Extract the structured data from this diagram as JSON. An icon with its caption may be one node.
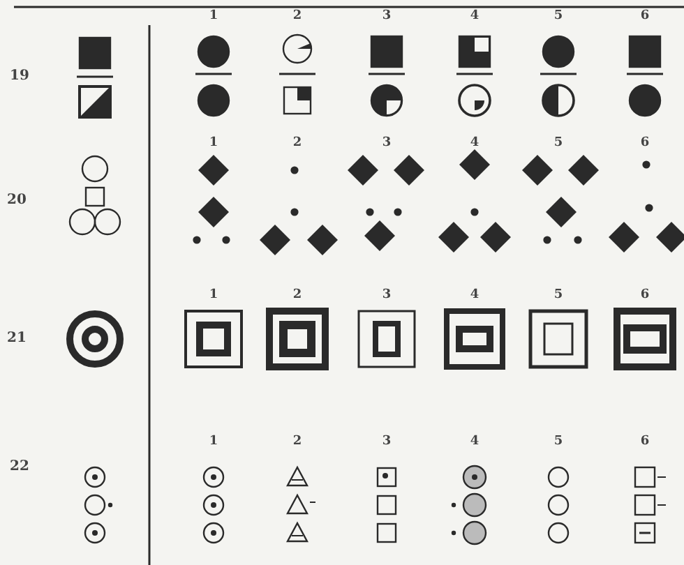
{
  "diagram": {
    "labels": [
      "1",
      "2",
      "3",
      "4",
      "5",
      "6",
      "19",
      "1",
      "2",
      "3",
      "4",
      "5",
      "6",
      "20",
      "1",
      "2",
      "3",
      "4",
      "5",
      "6",
      "21",
      "1",
      "2",
      "3",
      "4",
      "5",
      "6",
      "22"
    ]
  }
}
